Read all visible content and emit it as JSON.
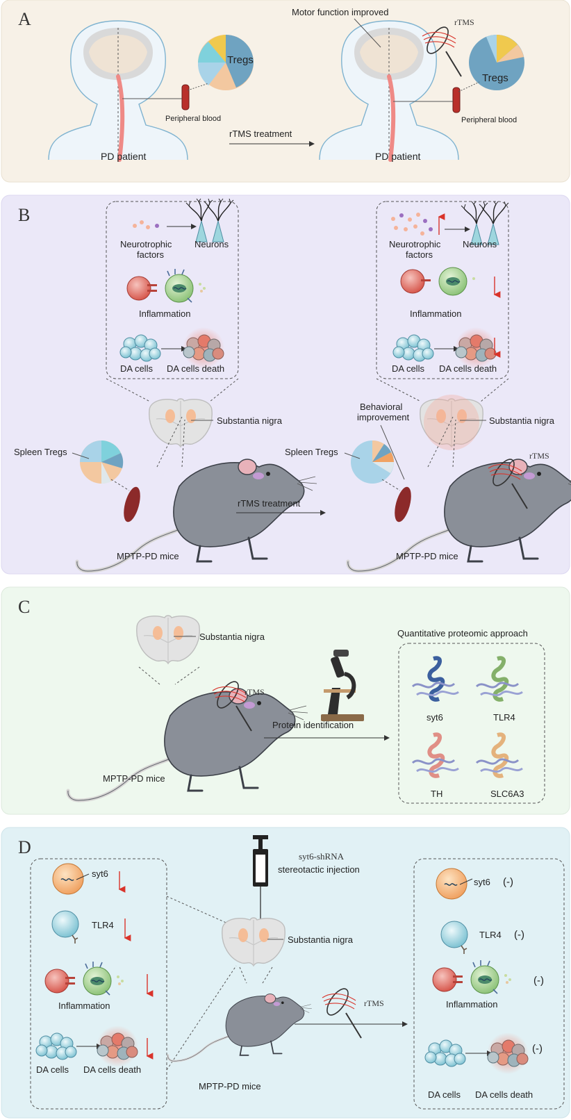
{
  "panels": {
    "a": {
      "letter": "A",
      "left_label": "PD patient",
      "right_label": "PD patient",
      "blood_left": "Peripheral blood",
      "blood_right": "Peripheral blood",
      "tregs_left": "Tregs",
      "tregs_right": "Tregs",
      "motor": "Motor function improved",
      "treatment": "rTMS treatment",
      "rtms": "rTMS"
    },
    "b": {
      "letter": "B",
      "neurotrophic_left": [
        "Neurotrophic",
        "factors"
      ],
      "neurons_left": "Neurons",
      "inflammation_left": "Inflammation",
      "da_left": "DA cells",
      "death_left": "DA cells death",
      "sn_left": "Substantia nigra",
      "spleen_left": "Spleen Tregs",
      "mice_left": "MPTP-PD mice",
      "neurotrophic_right": [
        "Neurotrophic",
        "factors"
      ],
      "neurons_right": "Neurons",
      "inflammation_right": "Inflammation",
      "da_right": "DA cells",
      "death_right": "DA cells death",
      "sn_right": "Substantia nigra",
      "behavior": [
        "Behavioral",
        "improvement"
      ],
      "spleen_right": "Spleen Tregs",
      "mice_right": "MPTP-PD mice",
      "treatment": "rTMS treatment",
      "rtms": "rTMS"
    },
    "c": {
      "letter": "C",
      "sn": "Substantia nigra",
      "rtms": "rTMS",
      "mice": "MPTP-PD mice",
      "proteomic": "Quantitative proteomic approach",
      "identification": "Protein identification",
      "proteins": [
        "syt6",
        "TLR4",
        "TH",
        "SLC6A3"
      ]
    },
    "d": {
      "letter": "D",
      "shrna": "syt6-shRNA",
      "injection": "stereotactic injection",
      "sn": "Substantia nigra",
      "mice": "MPTP-PD mice",
      "rtms": "rTMS",
      "syt6_left": "syt6",
      "tlr4_left": "TLR4",
      "inflammation_left": "Inflammation",
      "da_left": "DA cells",
      "death_left": "DA cells death",
      "syt6_right": "syt6",
      "tlr4_right": "TLR4",
      "inflammation_right": "Inflammation",
      "da_right": "DA cells",
      "death_right": "DA cells death",
      "no_change": "(-)"
    }
  },
  "colors": {
    "panel_a_bg": "#f7f1e7",
    "panel_b_bg": "#ebe8f8",
    "panel_c_bg": "#eef8ee",
    "panel_d_bg": "#e1f1f5",
    "treg_blue": "#6fa3c1",
    "arrow_red": "#d9332a",
    "mouse_gray": "#8a8f98"
  }
}
